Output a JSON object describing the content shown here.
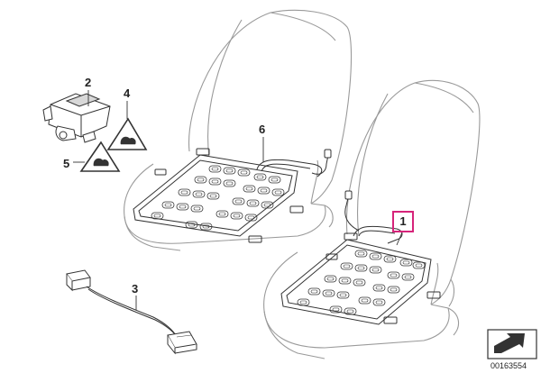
{
  "diagram": {
    "callouts": [
      {
        "id": "1",
        "label": "1",
        "highlighted": true
      },
      {
        "id": "2",
        "label": "2"
      },
      {
        "id": "3",
        "label": "3"
      },
      {
        "id": "4",
        "label": "4"
      },
      {
        "id": "5",
        "label": "5"
      },
      {
        "id": "6",
        "label": "6"
      }
    ],
    "document_number": "00163554",
    "colors": {
      "line": "#333333",
      "seat": "#9a9a9a",
      "highlight": "#d6247a",
      "background": "#ffffff"
    }
  }
}
